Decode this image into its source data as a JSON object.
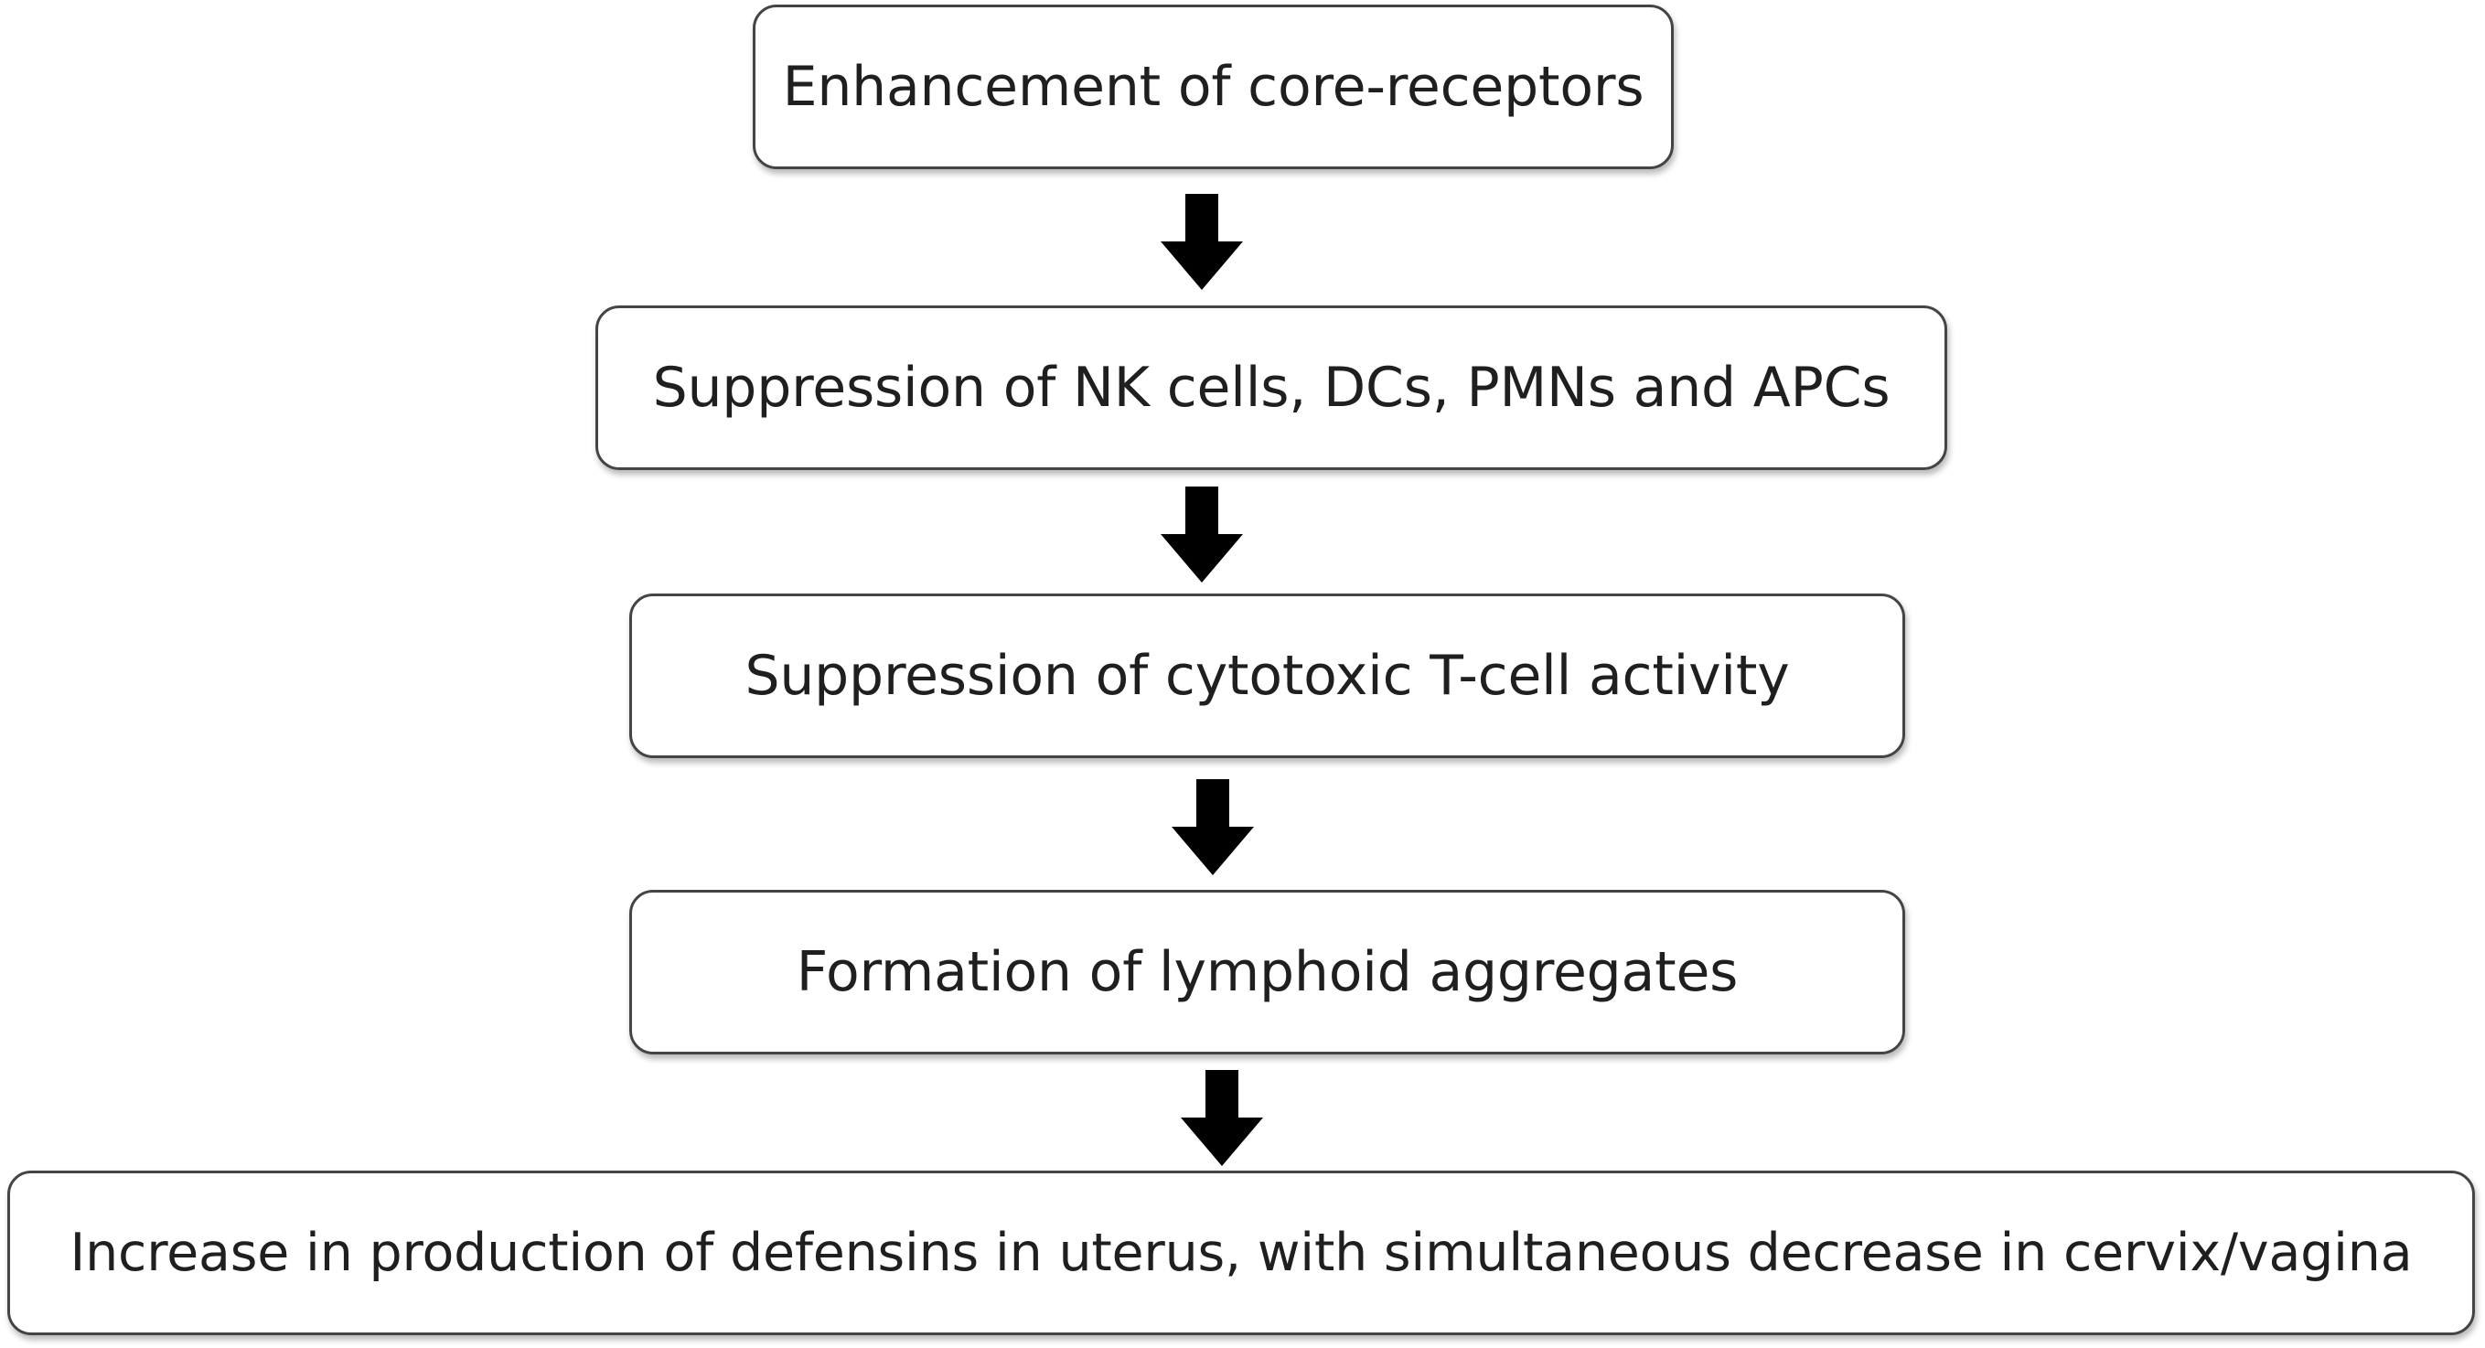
{
  "flowchart": {
    "steps": [
      {
        "label": "Enhancement of core-receptors"
      },
      {
        "label": "Suppression of NK cells, DCs, PMNs and APCs"
      },
      {
        "label": "Suppression of cytotoxic T-cell activity"
      },
      {
        "label": "Formation of lymphoid aggregates"
      },
      {
        "label": "Increase in production of defensins in uterus, with simultaneous decrease in cervix/vagina"
      }
    ],
    "arrow_icon": "down-arrow-icon",
    "colors": {
      "box_border": "#444444",
      "arrow": "#000000",
      "text": "#1f1f1f",
      "background": "#ffffff"
    }
  }
}
